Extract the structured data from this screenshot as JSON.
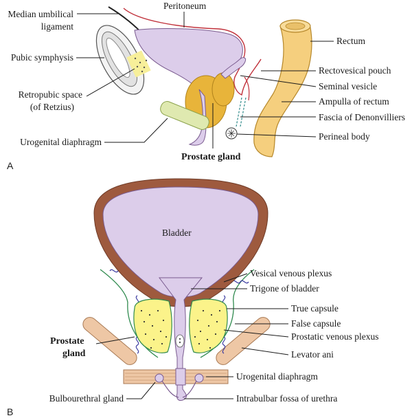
{
  "panel_a": {
    "panel_letter": "A",
    "labels": {
      "median_umbilical_line1": "Median umbilical",
      "median_umbilical_line2": "ligament",
      "peritoneum": "Peritoneum",
      "rectum": "Rectum",
      "pubic_symphysis": "Pubic symphysis",
      "rectovesical_pouch": "Rectovesical pouch",
      "seminal_vesicle": "Seminal vesicle",
      "retropubic_line1": "Retropubic space",
      "retropubic_line2": "(of Retzius)",
      "ampulla": "Ampulla of rectum",
      "denonvilliers": "Fascia of Denonvilliers",
      "perineal_body": "Perineal body",
      "urogenital_diaphragm": "Urogenital diaphragm",
      "prostate_gland": "Prostate gland"
    }
  },
  "panel_b": {
    "panel_letter": "B",
    "labels": {
      "bladder": "Bladder",
      "vesical_plexus": "Vesical venous plexus",
      "trigone": "Trigone of bladder",
      "true_capsule": "True capsule",
      "false_capsule": "False capsule",
      "prostatic_plexus": "Prostatic venous plexus",
      "prostate_line1": "Prostate",
      "prostate_line2": "gland",
      "levator_ani": "Levator ani",
      "urogenital_diaphragm": "Urogenital diaphragm",
      "bulbourethral": "Bulbourethral gland",
      "intrabulbar": "Intrabulbar fossa of urethra"
    }
  },
  "colors": {
    "bladder_fill": "#dccdea",
    "bladder_wall": "#9e5a3e",
    "prostate_a": "#e8b43a",
    "rectum": "#f5cf7e",
    "prostate_b": "#fbf38a",
    "capsule_line": "#2f8a4e",
    "plexus": "#3a3aa0",
    "peritoneum_line": "#c0303a",
    "muscle": "#eec7a5",
    "diaphragm": "#dfe9b0"
  }
}
